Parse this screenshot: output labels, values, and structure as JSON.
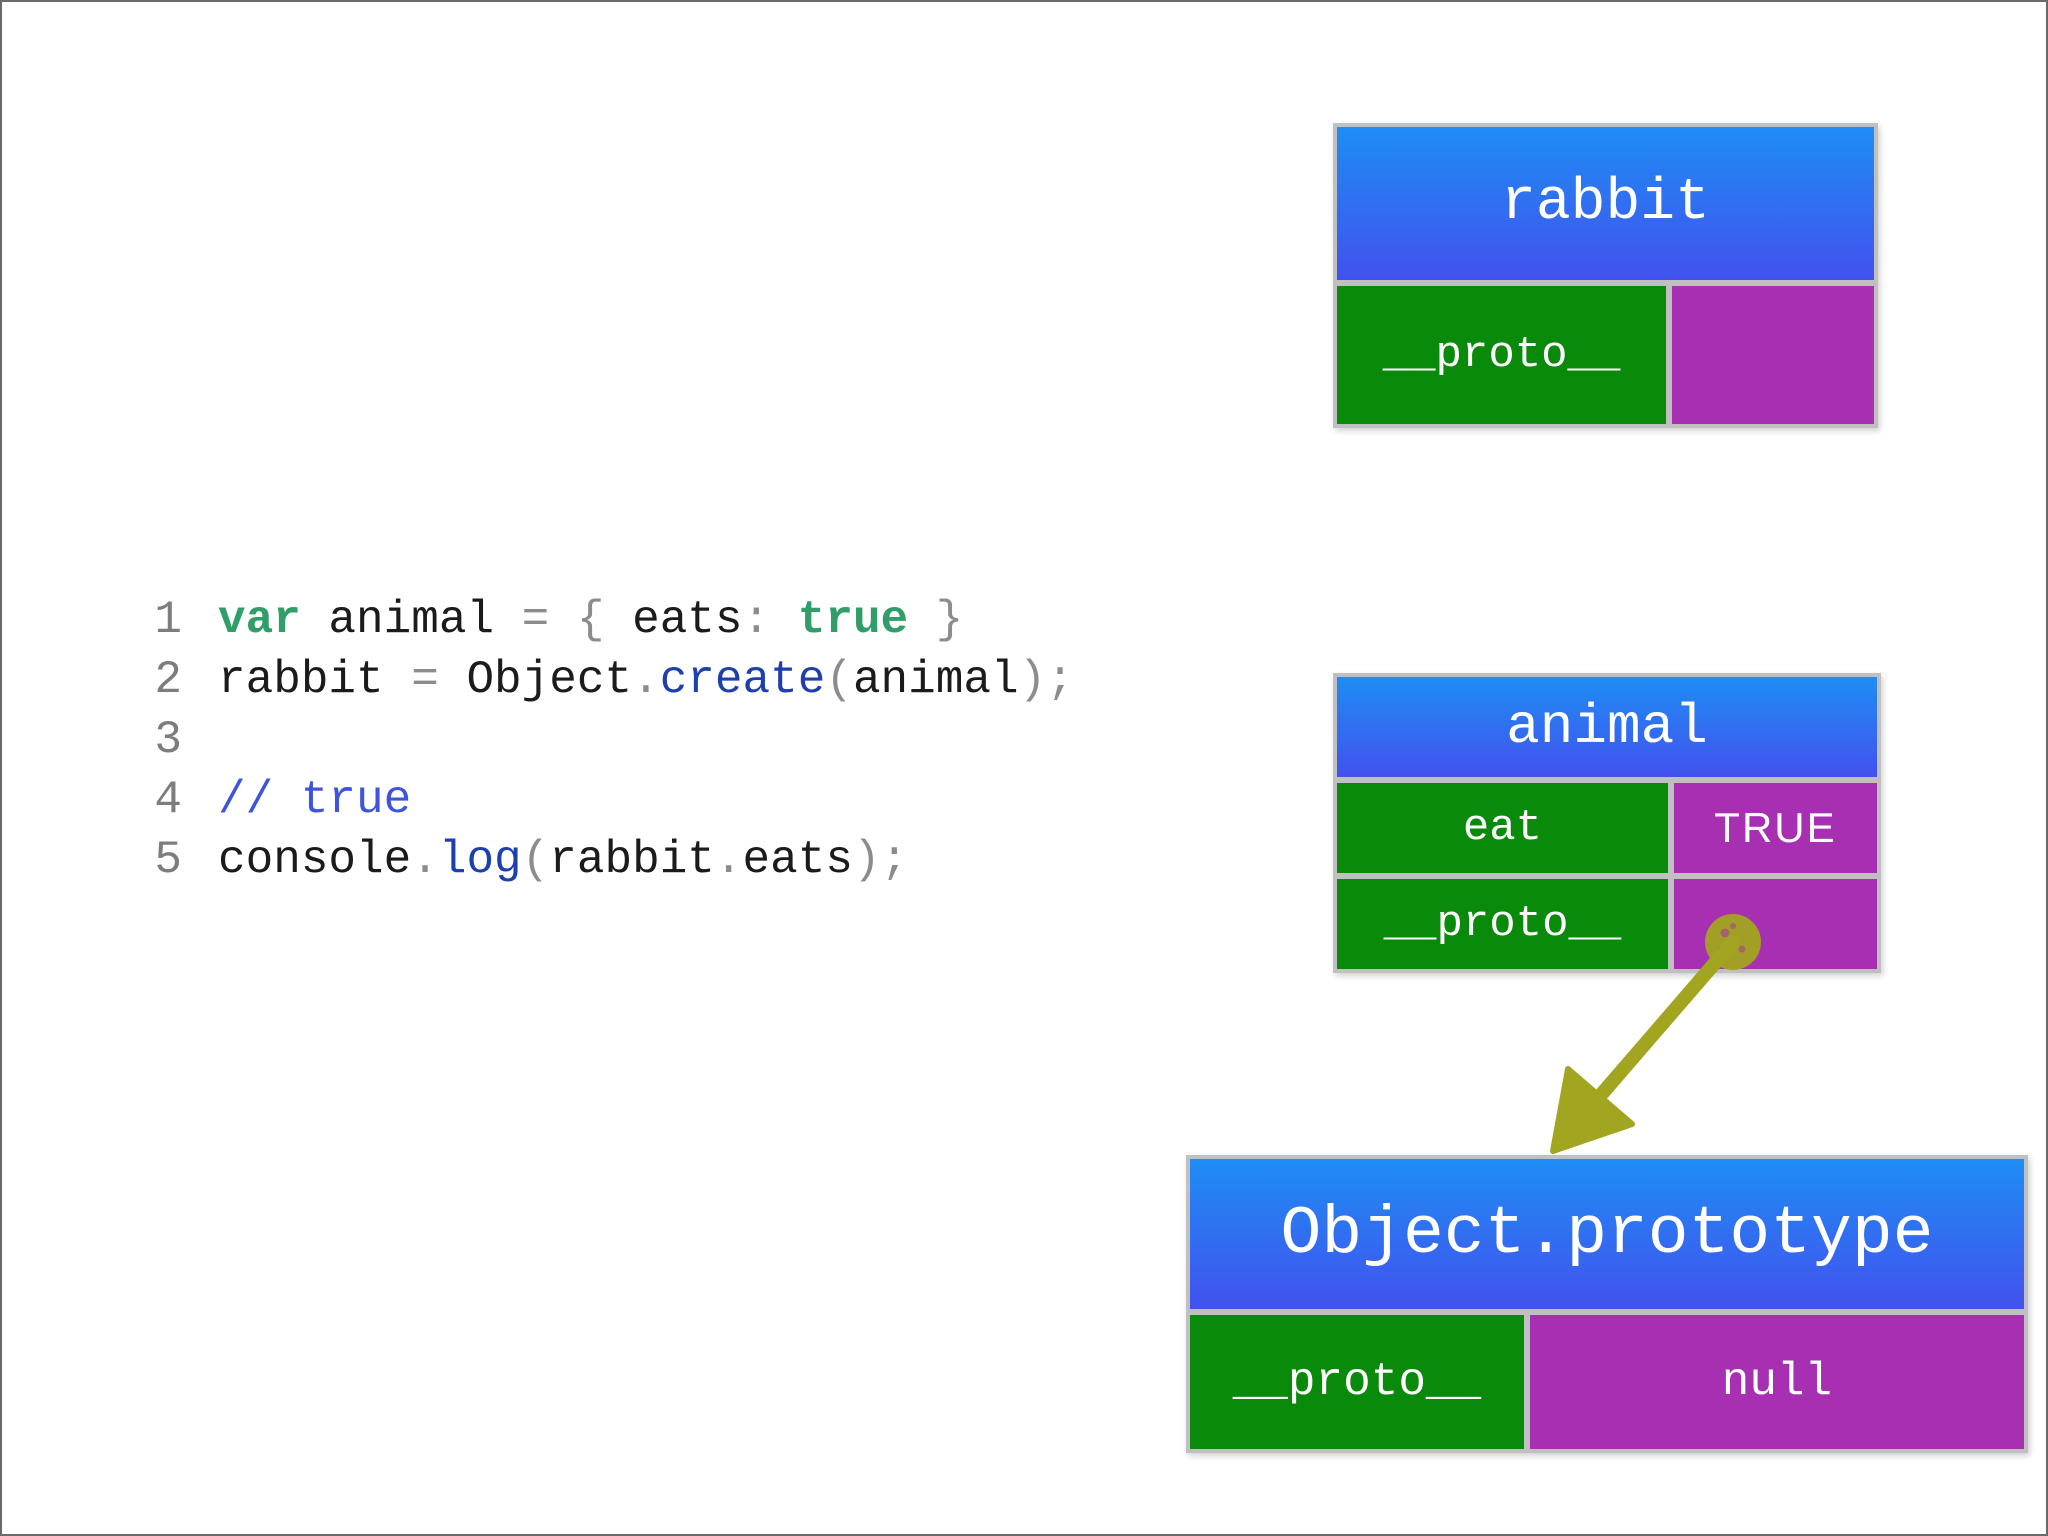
{
  "colors": {
    "header_gradient_top": "#1e8df4",
    "header_gradient_bottom": "#4251ee",
    "key_green": "#0a8a0a",
    "value_purple": "#a62fb2",
    "arrow_olive": "#a2a51f",
    "box_frame_gray": "#c0c0c0",
    "code_plain": "#1b1b1b",
    "code_punct": "#8c8c8c",
    "code_keyword": "#2f9e68",
    "code_method": "#1e3fae",
    "code_comment": "#3f54dc",
    "line_number_gray": "#7d7d7d"
  },
  "code": {
    "lines": [
      {
        "number": "1",
        "tokens": [
          {
            "text": "var",
            "type": "keyword"
          },
          {
            "text": " animal ",
            "type": "plain"
          },
          {
            "text": "= { ",
            "type": "punct"
          },
          {
            "text": "eats",
            "type": "plain"
          },
          {
            "text": ": ",
            "type": "punct"
          },
          {
            "text": "true",
            "type": "keyword"
          },
          {
            "text": " }",
            "type": "punct"
          }
        ]
      },
      {
        "number": "2",
        "tokens": [
          {
            "text": "rabbit ",
            "type": "plain"
          },
          {
            "text": "= ",
            "type": "punct"
          },
          {
            "text": "Object",
            "type": "plain"
          },
          {
            "text": ".",
            "type": "punct"
          },
          {
            "text": "create",
            "type": "method"
          },
          {
            "text": "(",
            "type": "punct"
          },
          {
            "text": "animal",
            "type": "plain"
          },
          {
            "text": ");",
            "type": "punct"
          }
        ]
      },
      {
        "number": "3",
        "tokens": []
      },
      {
        "number": "4",
        "tokens": [
          {
            "text": "// true",
            "type": "comment"
          }
        ]
      },
      {
        "number": "5",
        "tokens": [
          {
            "text": "console",
            "type": "plain"
          },
          {
            "text": ".",
            "type": "punct"
          },
          {
            "text": "log",
            "type": "method"
          },
          {
            "text": "(",
            "type": "punct"
          },
          {
            "text": "rabbit",
            "type": "plain"
          },
          {
            "text": ".",
            "type": "punct"
          },
          {
            "text": "eats",
            "type": "plain"
          },
          {
            "text": ");",
            "type": "punct"
          }
        ]
      }
    ]
  },
  "boxes": {
    "rabbit": {
      "title": "rabbit",
      "rows": [
        {
          "key": "__proto__",
          "value": ""
        }
      ]
    },
    "animal": {
      "title": "animal",
      "rows": [
        {
          "key": "eat",
          "value": "TRUE"
        },
        {
          "key": "__proto__",
          "value": ""
        }
      ]
    },
    "object_prototype": {
      "title": "Object.prototype",
      "rows": [
        {
          "key": "__proto__",
          "value": "null"
        }
      ]
    }
  }
}
